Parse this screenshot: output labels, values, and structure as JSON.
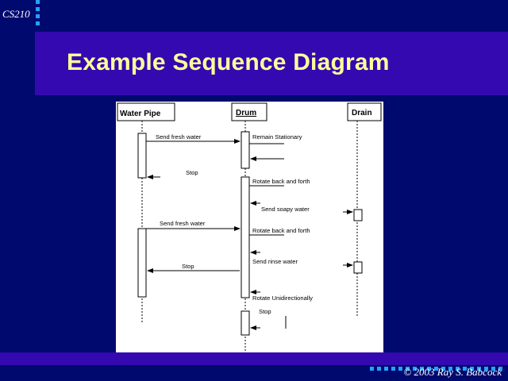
{
  "slide": {
    "course": "CS210",
    "title": "Example Sequence Diagram",
    "copyright": "© 2003  Ray S. Babcock"
  },
  "colors": {
    "background": "#000a6e",
    "band": "#3409b0",
    "title": "#ffff9a",
    "accent_dots": "#21a3ff"
  },
  "diagram": {
    "lifelines": [
      {
        "id": "water_pipe",
        "label": "Water Pipe"
      },
      {
        "id": "drum",
        "label": "Drum"
      },
      {
        "id": "drain",
        "label": "Drain"
      }
    ],
    "messages": [
      {
        "label": "Send fresh water",
        "from": "water_pipe",
        "to": "drum"
      },
      {
        "label": "Remain Stationary",
        "from": "drum",
        "to": "drum"
      },
      {
        "label": "Stop",
        "from": "drum",
        "to": "water_pipe"
      },
      {
        "label": "Rotate back and forth",
        "from": "drum",
        "to": "drum"
      },
      {
        "label": "Send soapy water",
        "from": "drum",
        "to": "drain"
      },
      {
        "label": "Send fresh water",
        "from": "water_pipe",
        "to": "drum"
      },
      {
        "label": "Rotate back and forth",
        "from": "drum",
        "to": "drum"
      },
      {
        "label": "Send rinse water",
        "from": "drum",
        "to": "drain"
      },
      {
        "label": "Stop",
        "from": "drum",
        "to": "water_pipe"
      },
      {
        "label": "Rotate Unidirectionally",
        "from": "drum",
        "to": "drum"
      },
      {
        "label": "Stop",
        "from": "drum",
        "to": "drum"
      }
    ]
  }
}
